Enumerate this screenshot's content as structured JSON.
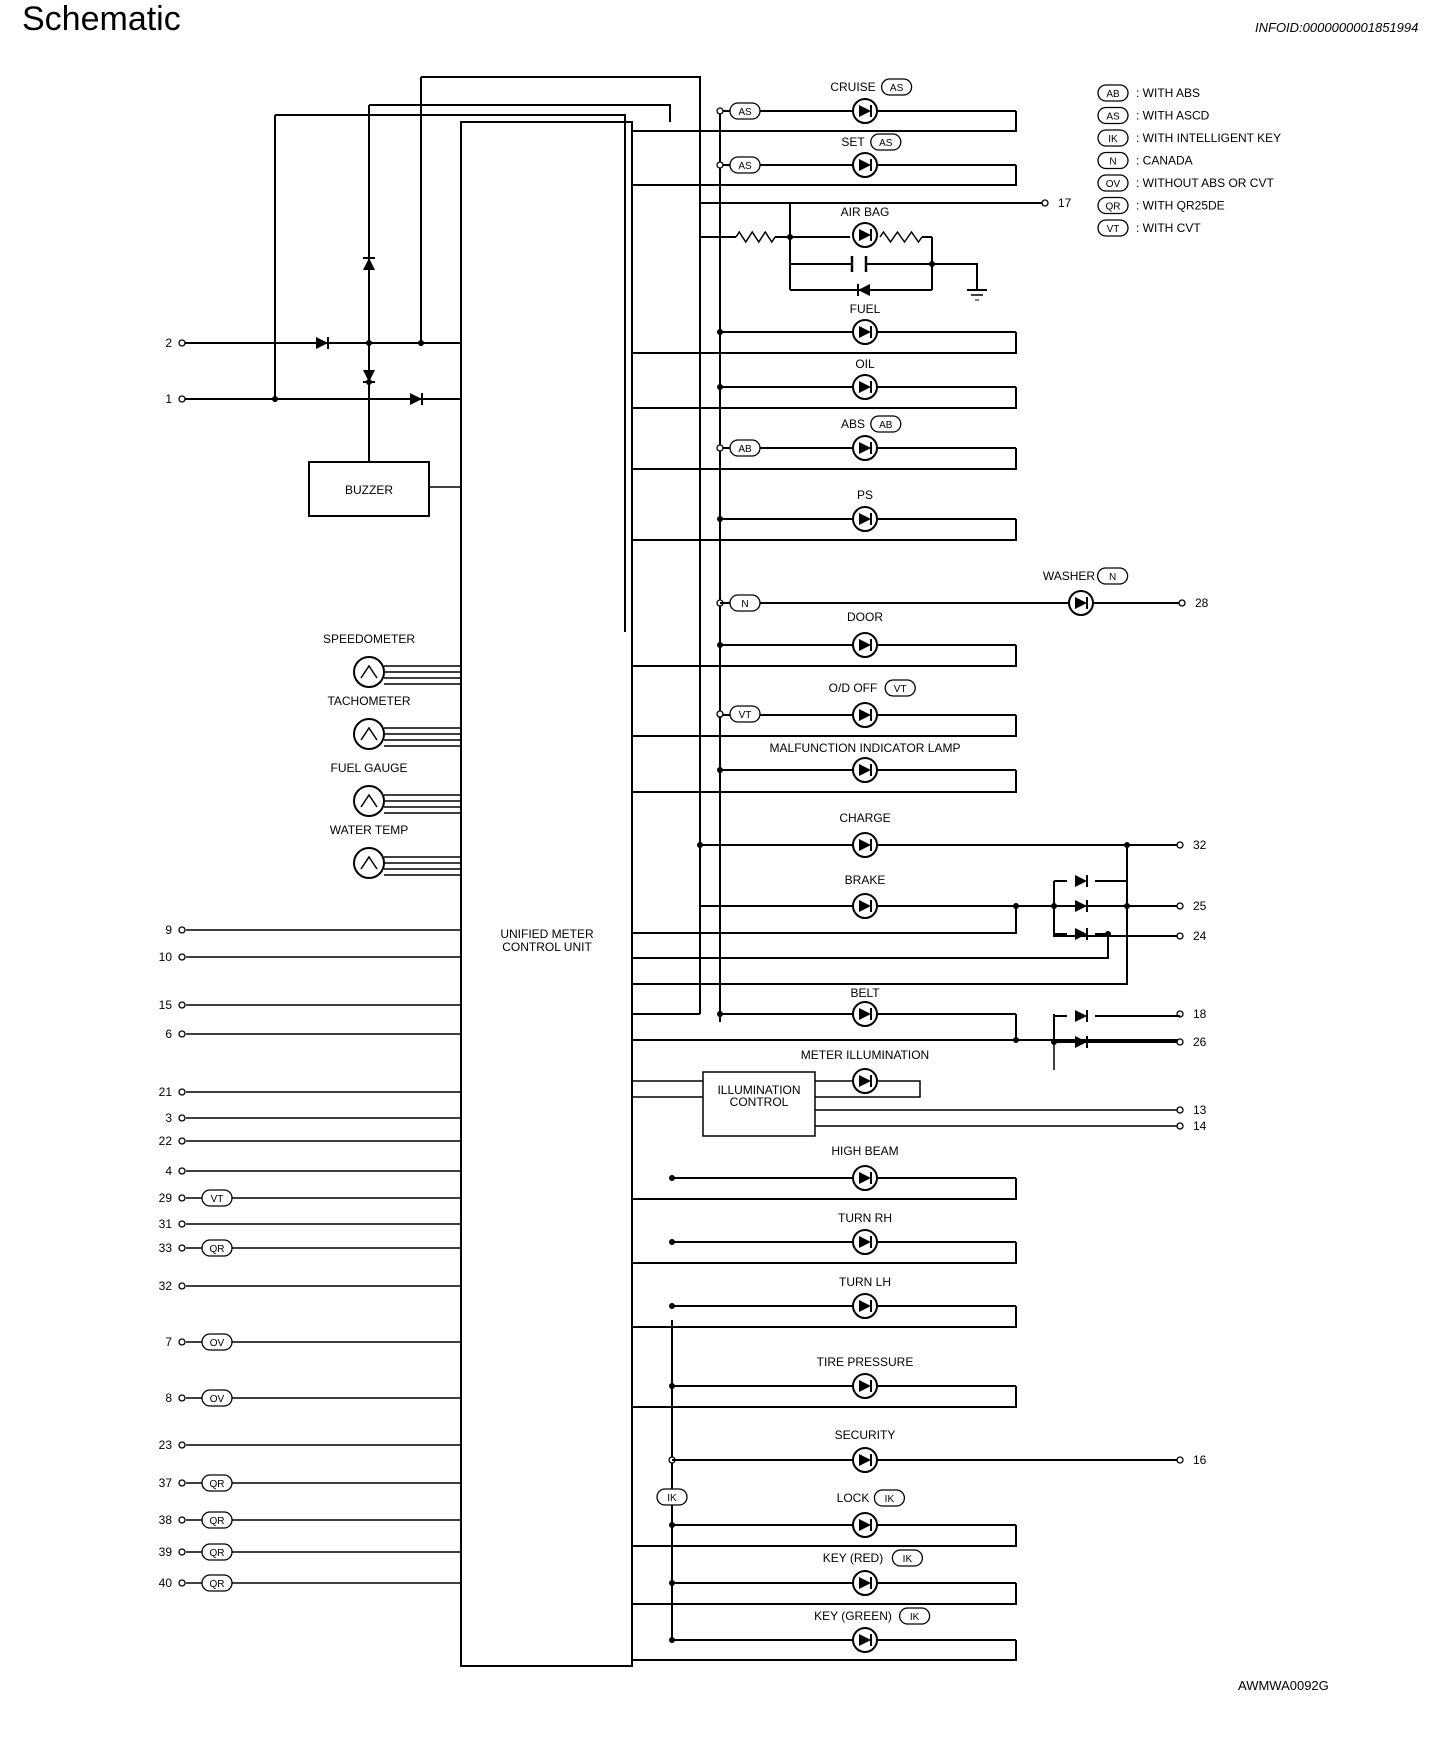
{
  "page": {
    "title": "Schematic",
    "doc_id": "INFOID:0000000001851994",
    "figure_code": "AWMWA0092G"
  },
  "legend": [
    {
      "code": "AB",
      "text": ": WITH ABS"
    },
    {
      "code": "AS",
      "text": ": WITH ASCD"
    },
    {
      "code": "IK",
      "text": ": WITH INTELLIGENT KEY"
    },
    {
      "code": "N",
      "text": ": CANADA"
    },
    {
      "code": "OV",
      "text": ": WITHOUT ABS OR CVT"
    },
    {
      "code": "QR",
      "text": ": WITH QR25DE"
    },
    {
      "code": "VT",
      "text": ": WITH CVT"
    }
  ],
  "units": {
    "control_unit": [
      "UNIFIED METER",
      "CONTROL UNIT"
    ],
    "buzzer": "BUZZER",
    "illumination_control": [
      "ILLUMINATION",
      "CONTROL"
    ]
  },
  "gauges": [
    "SPEEDOMETER",
    "TACHOMETER",
    "FUEL GAUGE",
    "WATER TEMP"
  ],
  "lamps": [
    {
      "label": "CRUISE",
      "tag": "AS"
    },
    {
      "label": "SET",
      "tag": "AS"
    },
    {
      "label": "AIR BAG"
    },
    {
      "label": "FUEL"
    },
    {
      "label": "OIL"
    },
    {
      "label": "ABS",
      "tag": "AB"
    },
    {
      "label": "PS"
    },
    {
      "label": "WASHER",
      "tag": "N"
    },
    {
      "label": "DOOR"
    },
    {
      "label": "O/D OFF",
      "tag": "VT"
    },
    {
      "label": "MALFUNCTION INDICATOR LAMP"
    },
    {
      "label": "CHARGE"
    },
    {
      "label": "BRAKE"
    },
    {
      "label": "BELT"
    },
    {
      "label": "METER ILLUMINATION"
    },
    {
      "label": "HIGH BEAM"
    },
    {
      "label": "TURN RH"
    },
    {
      "label": "TURN LH"
    },
    {
      "label": "TIRE PRESSURE"
    },
    {
      "label": "SECURITY"
    },
    {
      "label": "LOCK",
      "tag": "IK"
    },
    {
      "label": "KEY (RED)",
      "tag": "IK"
    },
    {
      "label": "KEY (GREEN)",
      "tag": "IK"
    }
  ],
  "inline_tags": [
    "AS",
    "AS",
    "AB",
    "N",
    "VT",
    "IK"
  ],
  "left_terminals": [
    {
      "num": "2"
    },
    {
      "num": "1"
    },
    {
      "num": "9"
    },
    {
      "num": "10"
    },
    {
      "num": "15"
    },
    {
      "num": "6"
    },
    {
      "num": "21"
    },
    {
      "num": "3"
    },
    {
      "num": "22"
    },
    {
      "num": "4"
    },
    {
      "num": "29",
      "tag": "VT"
    },
    {
      "num": "31"
    },
    {
      "num": "33",
      "tag": "QR"
    },
    {
      "num": "32"
    },
    {
      "num": "7",
      "tag": "OV"
    },
    {
      "num": "8",
      "tag": "OV"
    },
    {
      "num": "23"
    },
    {
      "num": "37",
      "tag": "QR"
    },
    {
      "num": "38",
      "tag": "QR"
    },
    {
      "num": "39",
      "tag": "QR"
    },
    {
      "num": "40",
      "tag": "QR"
    }
  ],
  "right_terminals": [
    "17",
    "28",
    "32",
    "25",
    "24",
    "18",
    "26",
    "13",
    "14",
    "16"
  ]
}
